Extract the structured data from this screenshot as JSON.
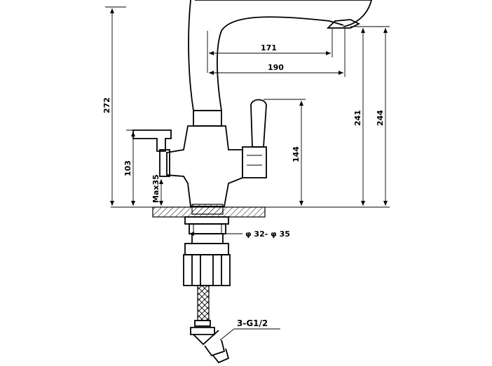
{
  "dimensions": {
    "d171": "171",
    "d190": "190",
    "d272": "272",
    "d241": "241",
    "d244": "244",
    "d144": "144",
    "d103": "103",
    "max35": "Max35",
    "phi": "φ 32- φ 35",
    "thread": "3-G1/2"
  },
  "colors": {
    "line": "#000000",
    "background": "#ffffff"
  }
}
